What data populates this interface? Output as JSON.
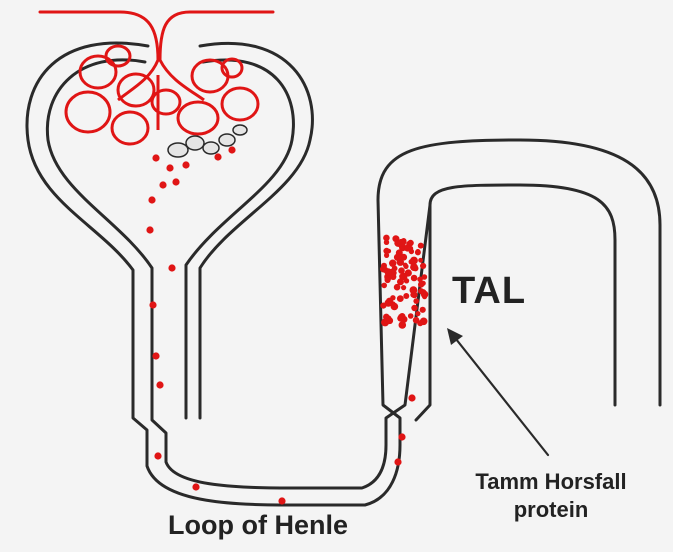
{
  "labels": {
    "segment": "TAL",
    "loop": "Loop of Henle",
    "protein_line1": "Tamm Horsfall",
    "protein_line2": "protein"
  },
  "colors": {
    "outline": "#2a2a2a",
    "blood": "#e01515",
    "background": "#f4f4f4"
  }
}
